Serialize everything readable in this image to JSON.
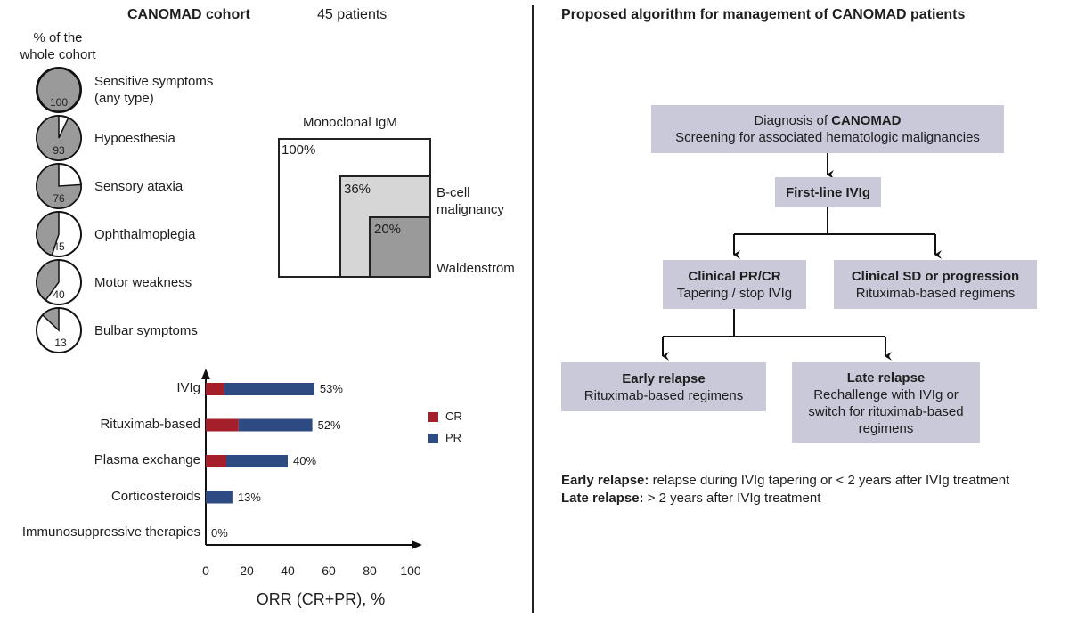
{
  "left_panel": {
    "cohort_title": "CANOMAD cohort",
    "patients": "45 patients",
    "pie_header": "% of the\nwhole cohort",
    "pies": [
      {
        "label": "Sensitive symptoms\n(any type)",
        "value": 100
      },
      {
        "label": "Hypoesthesia",
        "value": 93
      },
      {
        "label": "Sensory ataxia",
        "value": 76
      },
      {
        "label": "Ophthalmoplegia",
        "value": 45
      },
      {
        "label": "Motor weakness",
        "value": 40
      },
      {
        "label": "Bulbar symptoms",
        "value": 13
      }
    ],
    "nested": {
      "title": "Monoclonal IgM",
      "outer_pct": "100%",
      "middle_pct": "36%",
      "middle_label": "B-cell\nmalignancy",
      "inner_pct": "20%",
      "inner_label": "Waldenström"
    },
    "colors": {
      "pie_fill": "#9a9a9a",
      "cr": "#a51f2b",
      "pr": "#2e4a82",
      "nest_mid": "#d6d6d6",
      "nest_inner": "#9a9a9a"
    }
  },
  "chart_data": {
    "type": "bar",
    "stacked": true,
    "orientation": "horizontal",
    "categories": [
      "IVIg",
      "Rituximab-based",
      "Plasma exchange",
      "Corticosteroids",
      "Immunosuppressive therapies"
    ],
    "series": [
      {
        "name": "CR",
        "values": [
          9,
          16,
          10,
          0,
          0
        ]
      },
      {
        "name": "PR",
        "values": [
          44,
          36,
          30,
          13,
          0
        ]
      }
    ],
    "totals_labels": [
      "53%",
      "52%",
      "40%",
      "13%",
      "0%"
    ],
    "xlabel": "ORR (CR+PR), %",
    "xlim": [
      0,
      100
    ],
    "xticks": [
      "0",
      "20",
      "40",
      "60",
      "80",
      "100"
    ],
    "legend": "right"
  },
  "right_panel": {
    "title": "Proposed algorithm for management of CANOMAD patients",
    "diagnosis_line1_pre": "Diagnosis of ",
    "diagnosis_line1_bold": "CANOMAD",
    "diagnosis_line2": "Screening for associated hematologic malignancies",
    "first_line": "First-line IVIg",
    "pr_cr_title": "Clinical PR/CR",
    "pr_cr_text": "Tapering / stop IVIg",
    "sd_title": "Clinical SD or progression",
    "sd_text": "Rituximab-based regimens",
    "early_title": "Early relapse",
    "early_text": "Rituximab-based regimens",
    "late_title": "Late relapse",
    "late_text": "Rechallenge with IVIg or\nswitch for rituximab-based\nregimens",
    "note1_bold": "Early relapse:",
    "note1_text": " relapse during IVIg tapering or < 2 years after IVIg treatment",
    "note2_bold": "Late relapse:",
    "note2_text": " > 2 years after IVIg treatment"
  }
}
